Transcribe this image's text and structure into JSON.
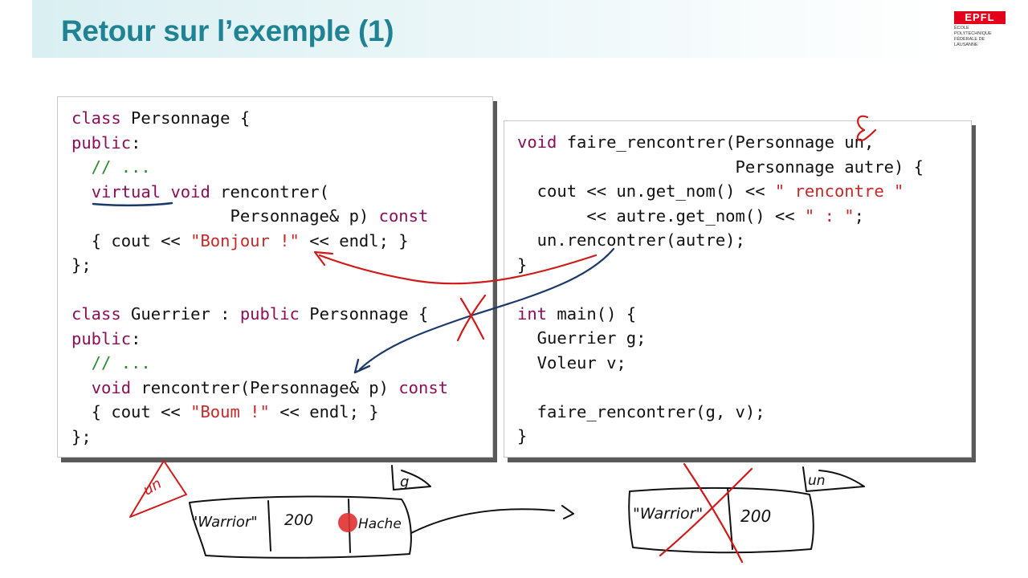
{
  "slide": {
    "title": "Retour sur l’exemple (1)"
  },
  "logo": {
    "mark": "EPFL",
    "line1": "ÉCOLE POLYTECHNIQUE",
    "line2": "FÉDÉRALE DE LAUSANNE"
  },
  "colors": {
    "title": "#1f8394",
    "keyword": "#8b0e57",
    "comment": "#2a8a2a",
    "string": "#c62828",
    "ink_red": "#d01a1a",
    "ink_blue": "#1b3a6b"
  },
  "left_code": {
    "line1": {
      "k1": "class",
      "t1": " Personnage {"
    },
    "line2": {
      "k1": "public",
      "t1": ":"
    },
    "line3": {
      "c1": "  // ..."
    },
    "line4": {
      "k1": "virtual",
      "t1": " ",
      "k2": "void",
      "t2": " rencontrer("
    },
    "line5": {
      "t1": "                Personnage& p) ",
      "k1": "const"
    },
    "line6": {
      "t1": "  { cout << ",
      "s1": "\"Bonjour !\"",
      "t2": " << endl; }"
    },
    "line7": {
      "t1": "};"
    },
    "line9": {
      "k1": "class",
      "t1": " Guerrier : ",
      "k2": "public",
      "t2": " Personnage {"
    },
    "line10": {
      "k1": "public",
      "t1": ":"
    },
    "line11": {
      "c1": "  // ..."
    },
    "line12": {
      "k1": "void",
      "t1": " rencontrer(Personnage& p) ",
      "k2": "const"
    },
    "line13": {
      "t1": "  { cout << ",
      "s1": "\"Boum !\"",
      "t2": " << endl; }"
    },
    "line14": {
      "t1": "};"
    }
  },
  "right_code": {
    "line1": {
      "k1": "void",
      "t1": " faire_rencontrer(Personnage un,"
    },
    "line2": {
      "t1": "                      Personnage autre) {"
    },
    "line3": {
      "t1": "  cout << un.get_nom() << ",
      "s1": "\" rencontre \""
    },
    "line4": {
      "t1": "       << autre.get_nom() << ",
      "s1": "\" : \"",
      "t2": ";"
    },
    "line5": {
      "t1": "  un.rencontrer(autre);"
    },
    "line6": {
      "t1": "}"
    },
    "line8": {
      "k1": "int",
      "t1": " main() {"
    },
    "line9": {
      "t1": "  Guerrier g;"
    },
    "line10": {
      "t1": "  Voleur v;"
    },
    "line12": {
      "t1": "  faire_rencontrer(g, v);"
    },
    "line13": {
      "t1": "}"
    }
  },
  "handwriting": {
    "un_left": "un",
    "g_label": "g",
    "un_right": "un",
    "warrior_left": "\"Warrior\"",
    "hp_left": "200",
    "hache": "Hache",
    "warrior_right": "\"Warrior\"",
    "hp_right": "200",
    "ampersand_mark": "&"
  }
}
